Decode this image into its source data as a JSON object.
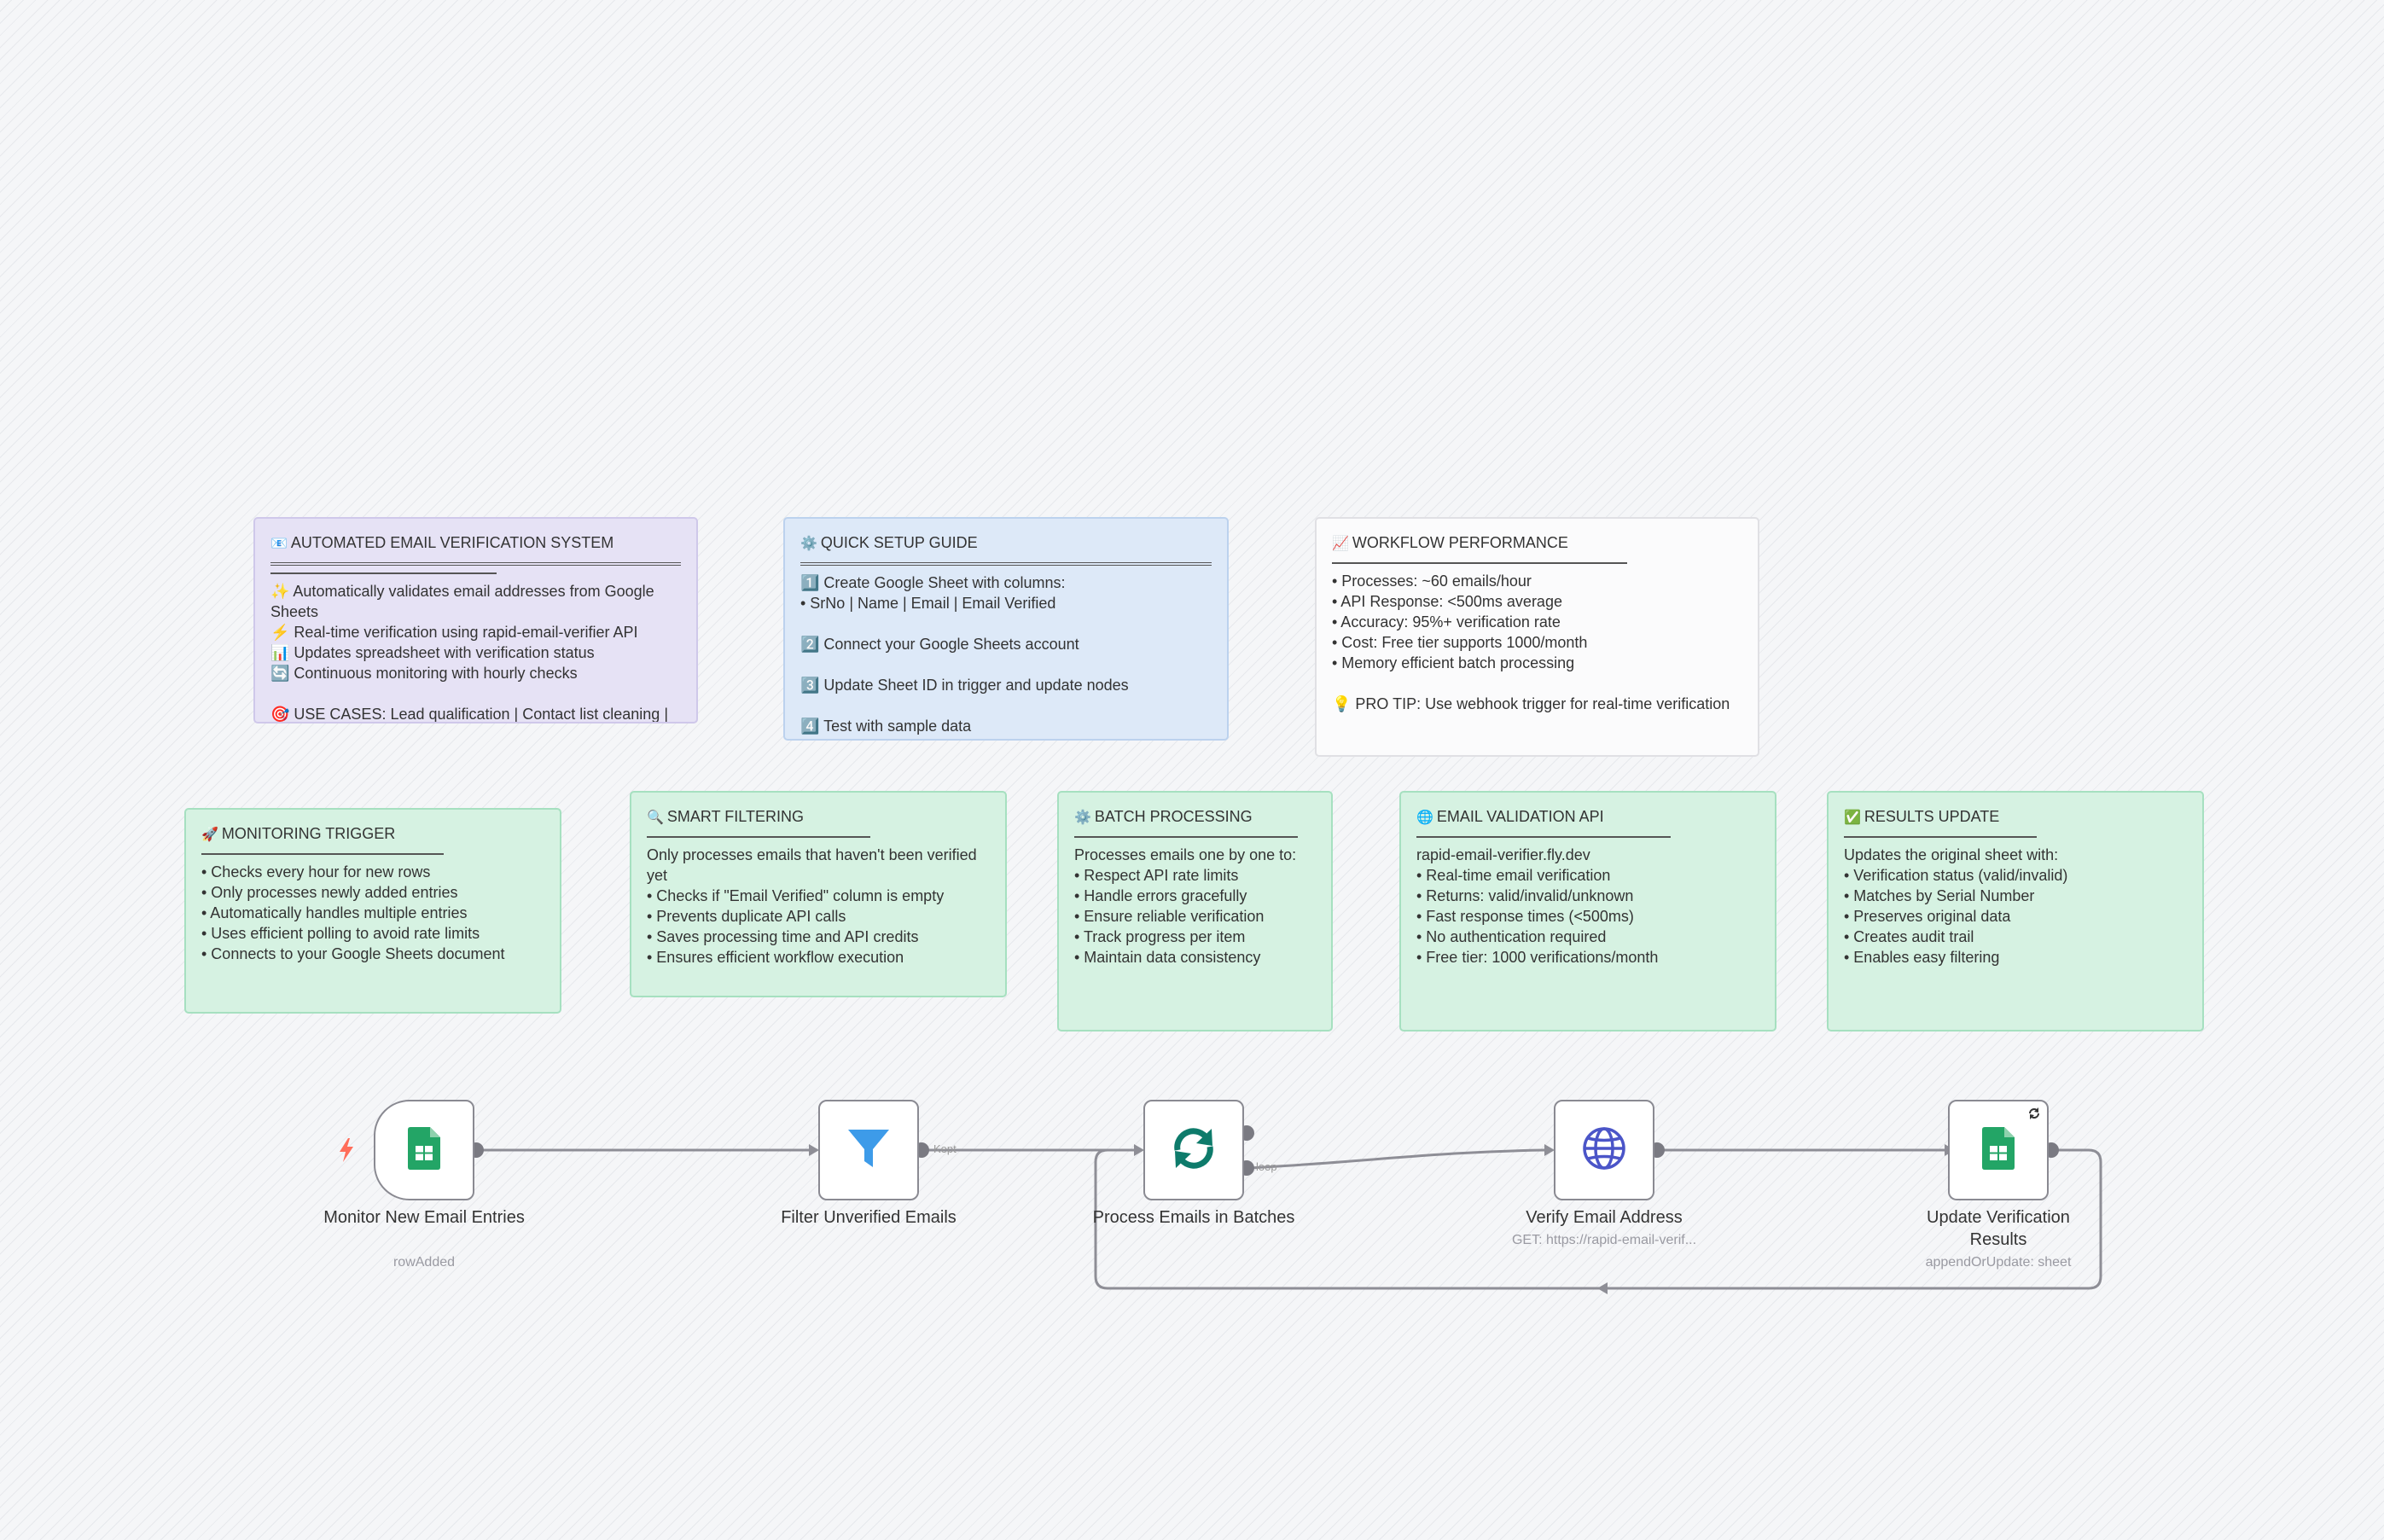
{
  "notes": {
    "overview": {
      "icon": "📧",
      "title": "AUTOMATED EMAIL VERIFICATION SYSTEM",
      "lines": [
        "✨ Automatically validates email addresses from Google Sheets",
        "⚡ Real-time verification using rapid-email-verifier API",
        "📊 Updates spreadsheet with verification status",
        "🔄 Continuous monitoring with hourly checks",
        "",
        "🎯 USE CASES: Lead qualification | Contact list cleaning |"
      ]
    },
    "setup": {
      "icon": "⚙️",
      "title": "QUICK SETUP GUIDE",
      "lines": [
        "1️⃣ Create Google Sheet with columns:",
        "• SrNo | Name | Email | Email Verified",
        "",
        "2️⃣ Connect your Google Sheets account",
        "",
        "3️⃣ Update Sheet ID in trigger and update nodes",
        "",
        "4️⃣ Test with sample data"
      ]
    },
    "performance": {
      "icon": "📈",
      "title": "WORKFLOW PERFORMANCE",
      "lines": [
        "• Processes: ~60 emails/hour",
        "• API Response: <500ms average",
        "• Accuracy: 95%+ verification rate",
        "• Cost: Free tier supports 1000/month",
        "• Memory efficient batch processing",
        "",
        "💡 PRO TIP: Use webhook trigger for real-time verification"
      ]
    },
    "monitoring": {
      "icon": "🚀",
      "title": "MONITORING TRIGGER",
      "lines": [
        "• Checks every hour for new rows",
        "• Only processes newly added entries",
        "• Automatically handles multiple entries",
        "• Uses efficient polling to avoid rate limits",
        "• Connects to your Google Sheets document"
      ]
    },
    "filtering": {
      "icon": "🔍",
      "title": "SMART FILTERING",
      "lines": [
        "Only processes emails that haven't been verified yet",
        "• Checks if \"Email Verified\" column is empty",
        "• Prevents duplicate API calls",
        "• Saves processing time and API credits",
        "• Ensures efficient workflow execution"
      ]
    },
    "batch": {
      "icon": "⚙️",
      "title": "BATCH PROCESSING",
      "lines": [
        "Processes emails one by one to:",
        "• Respect API rate limits",
        "• Handle errors gracefully",
        "• Ensure reliable verification",
        "• Track progress per item",
        "• Maintain data consistency"
      ]
    },
    "api": {
      "icon": "🌐",
      "title": "EMAIL VALIDATION API",
      "lines": [
        "rapid-email-verifier.fly.dev",
        "• Real-time email verification",
        "• Returns: valid/invalid/unknown",
        "• Fast response times (<500ms)",
        "• No authentication required",
        "• Free tier: 1000 verifications/month"
      ]
    },
    "results": {
      "icon": "✅",
      "title": "RESULTS UPDATE",
      "lines": [
        "Updates the original sheet with:",
        "• Verification status (valid/invalid)",
        "• Matches by Serial Number",
        "• Preserves original data",
        "• Creates audit trail",
        "• Enables easy filtering"
      ]
    }
  },
  "nodes": {
    "monitor": {
      "label": "Monitor New Email Entries",
      "subtitle": "rowAdded",
      "icon": "google-sheets-icon"
    },
    "filter": {
      "label": "Filter Unverified Emails",
      "subtitle": "",
      "icon": "filter-icon"
    },
    "batches": {
      "label": "Process Emails in Batches",
      "subtitle": "",
      "icon": "refresh-icon"
    },
    "verify": {
      "label": "Verify Email Address",
      "subtitle": "GET: https://rapid-email-verif...",
      "icon": "globe-icon"
    },
    "update": {
      "label": "Update Verification Results",
      "subtitle": "appendOrUpdate: sheet",
      "icon": "google-sheets-icon"
    }
  },
  "connections": {
    "kept_label": "Kept",
    "loop_label": "loop"
  },
  "colors": {
    "sheets_green": "#23a566",
    "filter_blue": "#3d9be9",
    "refresh_teal": "#0e7b6b",
    "globe_indigo": "#4b55c8",
    "trigger_red": "#ff6d5a"
  }
}
